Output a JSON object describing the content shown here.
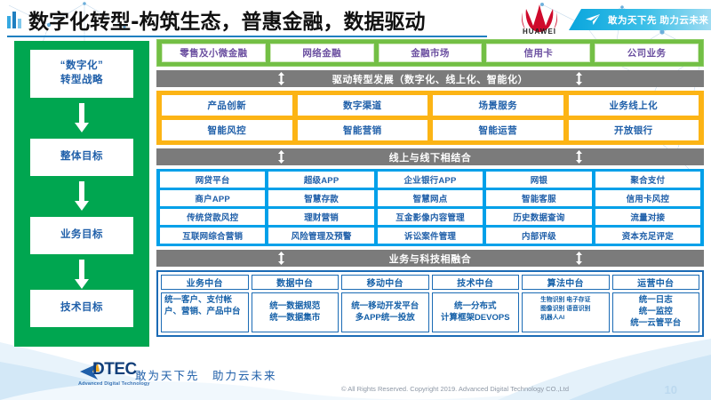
{
  "header": {
    "title": "数字化转型-构筑生态，普惠金融，数据驱动",
    "brand": "HUAWEI",
    "banner_text": "敢为天下先 助力云未来"
  },
  "strategy": {
    "items": [
      {
        "label": "“数字化”\n转型战略"
      },
      {
        "label": "整体目标"
      },
      {
        "label": "业务目标"
      },
      {
        "label": "技术目标"
      }
    ]
  },
  "business_lines": {
    "items": [
      "零售及小微金融",
      "网络金融",
      "金融市场",
      "信用卡",
      "公司业务"
    ]
  },
  "bands": {
    "drive": "驱动转型发展（数字化、线上化、智能化）",
    "online_offline": "线上与线下相结合",
    "fusion": "业务与科技相融合"
  },
  "capability": {
    "rows": [
      [
        "产品创新",
        "数字渠道",
        "场景服务",
        "业务线上化"
      ],
      [
        "智能风控",
        "智能营销",
        "智能运营",
        "开放银行"
      ]
    ]
  },
  "applications": {
    "rows": [
      [
        "网贷平台",
        "超级APP",
        "企业银行APP",
        "网银",
        "聚合支付"
      ],
      [
        "商户APP",
        "智慧存款",
        "智慧网点",
        "智能客服",
        "信用卡风控"
      ],
      [
        "传统贷款风控",
        "理财营销",
        "互金影像内容管理",
        "历史数据查询",
        "流量对接"
      ],
      [
        "互联网综合营销",
        "风险管理及预警",
        "诉讼案件管理",
        "内部评级",
        "资本充足评定"
      ]
    ]
  },
  "midplatforms": {
    "columns": [
      {
        "head": "业务中台",
        "body": "统一客户、支付帐户、营销、产品中台",
        "style": "left"
      },
      {
        "head": "数据中台",
        "body": "统一数据规范\n统一数据集市",
        "style": "center"
      },
      {
        "head": "移动中台",
        "body": "统一移动开发平台\n多APP统一投放",
        "style": "center"
      },
      {
        "head": "技术中台",
        "body": "统一分布式\n计算框架DEVOPS",
        "style": "center"
      },
      {
        "head": "算法中台",
        "body": "生物识别 电子存证\n图像识别 语音识别\n机器人AI",
        "style": "tiny"
      },
      {
        "head": "运营中台",
        "body": "统一日志\n统一监控\n统一云管平台",
        "style": "center"
      }
    ]
  },
  "footer": {
    "logo_text": "DTEC",
    "logo_sub": "Advanced Digital Technology",
    "slogan": "敢为天下先　助力云未来",
    "copyright": "© All Rights Reserved. Copyright 2019. Advanced Digital Technology CO.,Ltd",
    "page_number": "10"
  },
  "colors": {
    "green_strategy": "#00a650",
    "green_band": "#73bf45",
    "gray_band": "#7b7b7b",
    "orange_band": "#fcb415",
    "blue_band": "#00a0e9",
    "blue_border": "#1b6bb5",
    "text_blue": "#1f5fa9",
    "text_purple": "#6b4fa0",
    "huawei_red": "#cf0a2c"
  }
}
